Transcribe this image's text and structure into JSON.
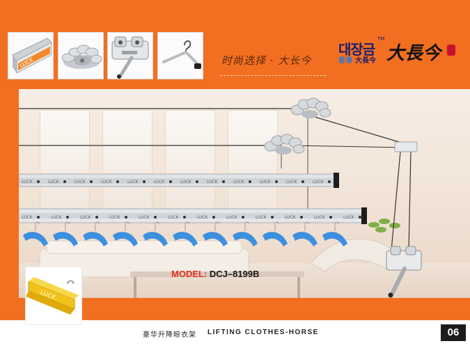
{
  "header": {
    "slogan": "时尚选择 · 大长今",
    "brand_korean": "대장금",
    "brand_tm": "TM",
    "brand_sub_a": "香港",
    "brand_sub_b": "大長今",
    "brand_chinese": "大長今"
  },
  "thumbnails": [
    {
      "icon": "rail-profile-icon",
      "text": "LUCK"
    },
    {
      "icon": "pulley-icon"
    },
    {
      "icon": "crank-handle-icon"
    },
    {
      "icon": "hanger-icon"
    }
  ],
  "product": {
    "rail_text": "LUCK",
    "model_label": "MODEL:",
    "model_value": "DCJ–8199B"
  },
  "inset": {
    "text": "LUCK"
  },
  "footer": {
    "title_cn": "豪华升降晾衣架",
    "title_en": "LIFTING CLOTHES-HORSE",
    "page_number": "06"
  },
  "colors": {
    "accent": "#f26f21",
    "hanger": "#3d8fe0",
    "model_label": "#e0301e"
  }
}
